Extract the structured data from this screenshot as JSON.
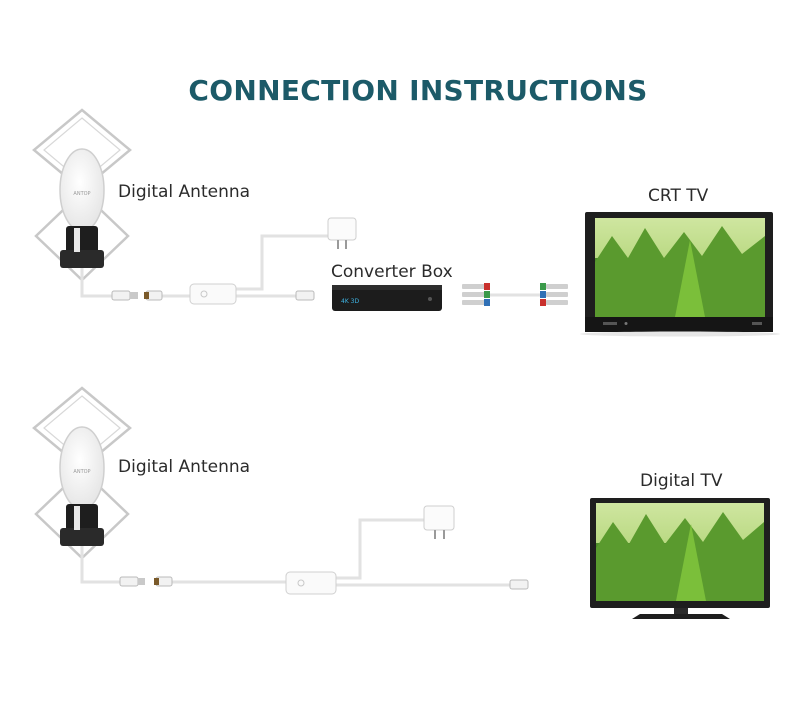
{
  "title": "CONNECTION INSTRUCTIONS",
  "labels": {
    "antenna_top": "Digital Antenna",
    "converter_box": "Converter Box",
    "crt_tv": "CRT TV",
    "antenna_bottom": "Digital Antenna",
    "digital_tv": "Digital TV"
  },
  "product_brand": "ANTOP",
  "converter_display": "4K  3D",
  "colors": {
    "title": "#1c5a68",
    "cable": "#e4e4e4",
    "tv_bezel": "#1e1e1e",
    "screen_green": "#6fae3a",
    "rca_red": "#c9302c",
    "rca_green": "#3a9a4a",
    "rca_blue": "#2f6fb5"
  }
}
